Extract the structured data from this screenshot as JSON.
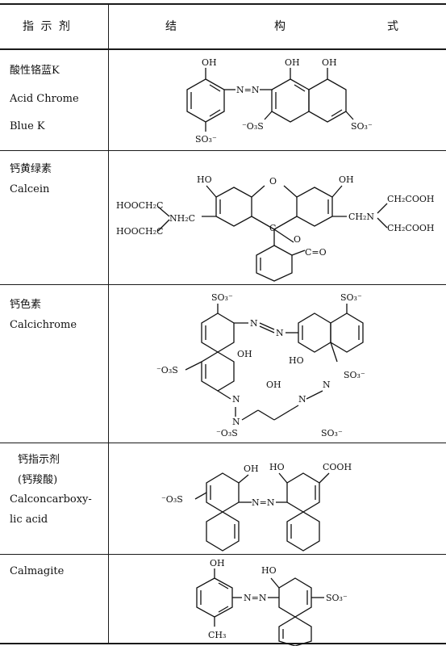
{
  "header": {
    "col1": "指 示 剂",
    "col2a": "结",
    "col2b": "构",
    "col2c": "式"
  },
  "rows": [
    {
      "name": [
        "酸性铬蓝K",
        "Acid Chrome",
        "Blue  K"
      ],
      "labels": {
        "oh1": "OH",
        "oh2": "OH",
        "oh3": "OH",
        "azo": "N=N",
        "so3a": "SO₃⁻",
        "so3b": "⁻O₃S",
        "so3c": "SO₃⁻"
      }
    },
    {
      "name": [
        "钙黄绿素",
        "Calcein"
      ],
      "labels": {
        "oh1": "HO",
        "oh2": "OH",
        "l1": "HOOCH₂C",
        "l2": "HOOCH₂C",
        "n1": "NH₂C",
        "r1": "CH₂COOH",
        "r2": "CH₂COOH",
        "ch2n": "CH₂N",
        "c": "C",
        "co": "C=O",
        "o": "O",
        "o2": "O"
      }
    },
    {
      "name": [
        "钙色素",
        "Calcichrome"
      ],
      "labels": {
        "so3a": "SO₃⁻",
        "so3b": "SO₃⁻",
        "so3c": "⁻O₃S",
        "so3d": "SO₃⁻",
        "so3e": "⁻O₃S",
        "so3f": "SO₃⁻",
        "oh1": "OH",
        "oh2": "HO",
        "oh3": "OH",
        "n1": "N",
        "n2": "N",
        "n3": "N",
        "n4": "N",
        "n5": "N",
        "n6": "N"
      }
    },
    {
      "name": [
        "钙指示剂",
        "(钙羧酸)",
        "Calconcarboxy-",
        "lic acid"
      ],
      "labels": {
        "oh1": "OH",
        "oh2": "HO",
        "cooh": "COOH",
        "so3": "⁻O₃S",
        "azo": "N=N"
      }
    },
    {
      "name": [
        "Calmagite"
      ],
      "labels": {
        "oh1": "OH",
        "oh2": "HO",
        "azo": "N=N",
        "so3": "SO₃⁻",
        "ch3": "CH₃"
      }
    }
  ]
}
